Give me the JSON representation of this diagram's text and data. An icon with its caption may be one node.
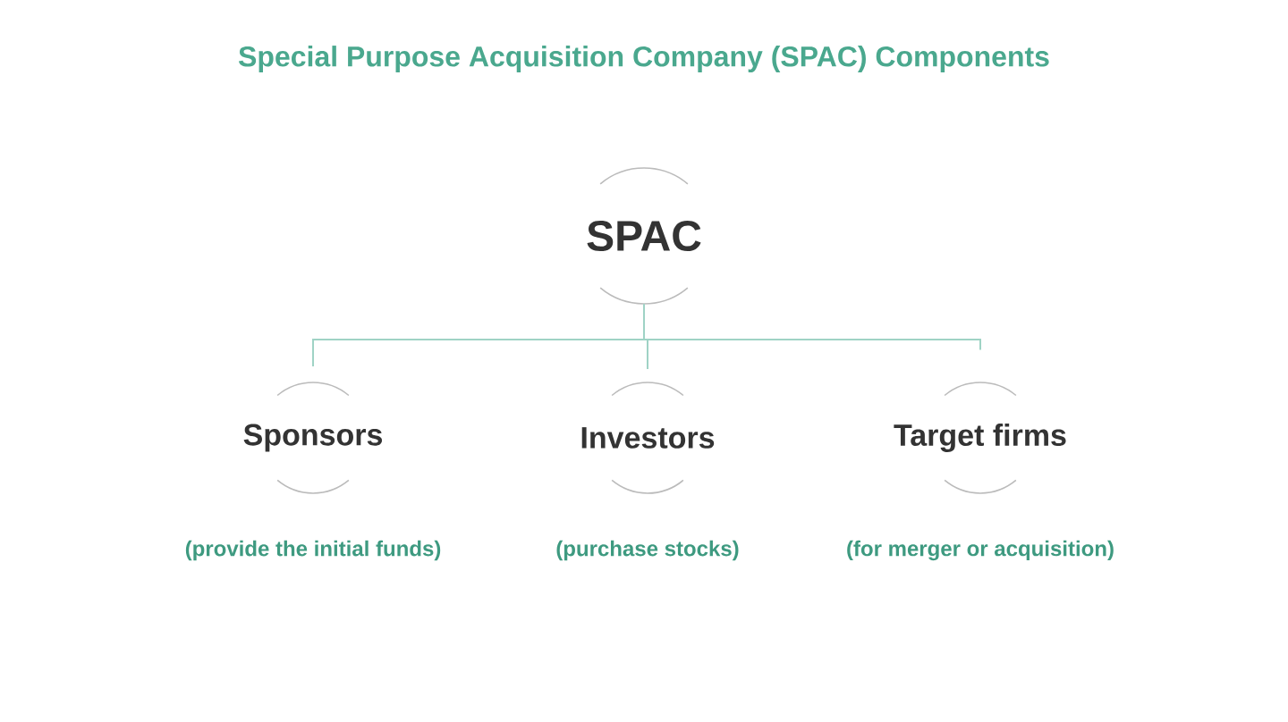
{
  "diagram": {
    "title": "Special Purpose Acquisition Company (SPAC) Components",
    "nodes": [
      {
        "text": [
          "SPAC"
        ]
      },
      {
        "text": [
          "Sponsors"
        ]
      },
      {
        "text": [
          "Investors"
        ]
      },
      {
        "text": [
          "Target firms"
        ]
      }
    ],
    "edges": [
      {
        "from": 0,
        "to": 1,
        "arrow": "none"
      },
      {
        "from": 0,
        "to": 2,
        "arrow": "none"
      },
      {
        "from": 0,
        "to": 3,
        "arrow": "none"
      }
    ],
    "labels": [
      "(provide the initial funds)",
      "(purchase stocks)",
      "(for merger or acquisition)"
    ]
  }
}
